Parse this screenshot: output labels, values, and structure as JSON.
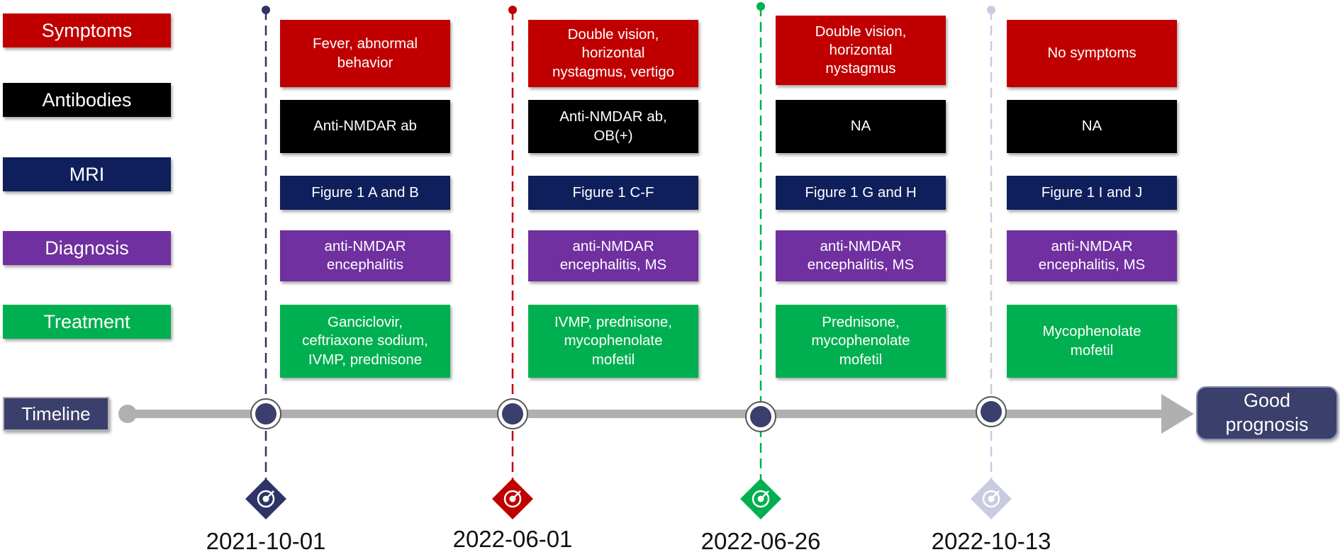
{
  "colors": {
    "symptoms": "#c00000",
    "antibodies": "#000000",
    "mri": "#0f1f5c",
    "diagnosis": "#7030a0",
    "treatment": "#00b050",
    "timeline": "#3a3f6b",
    "axis": "#b0b0b0"
  },
  "row_labels": {
    "symptoms": "Symptoms",
    "antibodies": "Antibodies",
    "mri": "MRI",
    "diagnosis": "Diagnosis",
    "treatment": "Treatment"
  },
  "timeline_label": "Timeline",
  "outcome": "Good\nprognosis",
  "events": [
    {
      "date": "2021-10-01",
      "color": "#2e3466",
      "symptoms": "Fever, abnormal\nbehavior",
      "antibodies": "Anti-NMDAR ab",
      "mri": "Figure 1 A and B",
      "diagnosis": "anti-NMDAR\nencephalitis",
      "treatment": "Ganciclovir,\nceftriaxone sodium,\nIVMP, prednisone"
    },
    {
      "date": "2022-06-01",
      "color": "#c00000",
      "symptoms": "Double vision,\nhorizontal\nnystagmus, vertigo",
      "antibodies": "Anti-NMDAR ab,\nOB(+)",
      "mri": "Figure 1 C-F",
      "diagnosis": "anti-NMDAR\nencephalitis, MS",
      "treatment": "IVMP, prednisone,\nmycophenolate\nmofetil"
    },
    {
      "date": "2022-06-26",
      "color": "#00b050",
      "symptoms": "Double vision,\nhorizontal\nnystagmus",
      "antibodies": "NA",
      "mri": "Figure 1 G and H",
      "diagnosis": "anti-NMDAR\nencephalitis, MS",
      "treatment": "Prednisone,\nmycophenolate\nmofetil"
    },
    {
      "date": "2022-10-13",
      "color": "#c9cbe0",
      "symptoms": "No symptoms",
      "antibodies": "NA",
      "mri": "Figure 1 I and J",
      "diagnosis": "anti-NMDAR\nencephalitis, MS",
      "treatment": "Mycophenolate\nmofetil"
    }
  ]
}
